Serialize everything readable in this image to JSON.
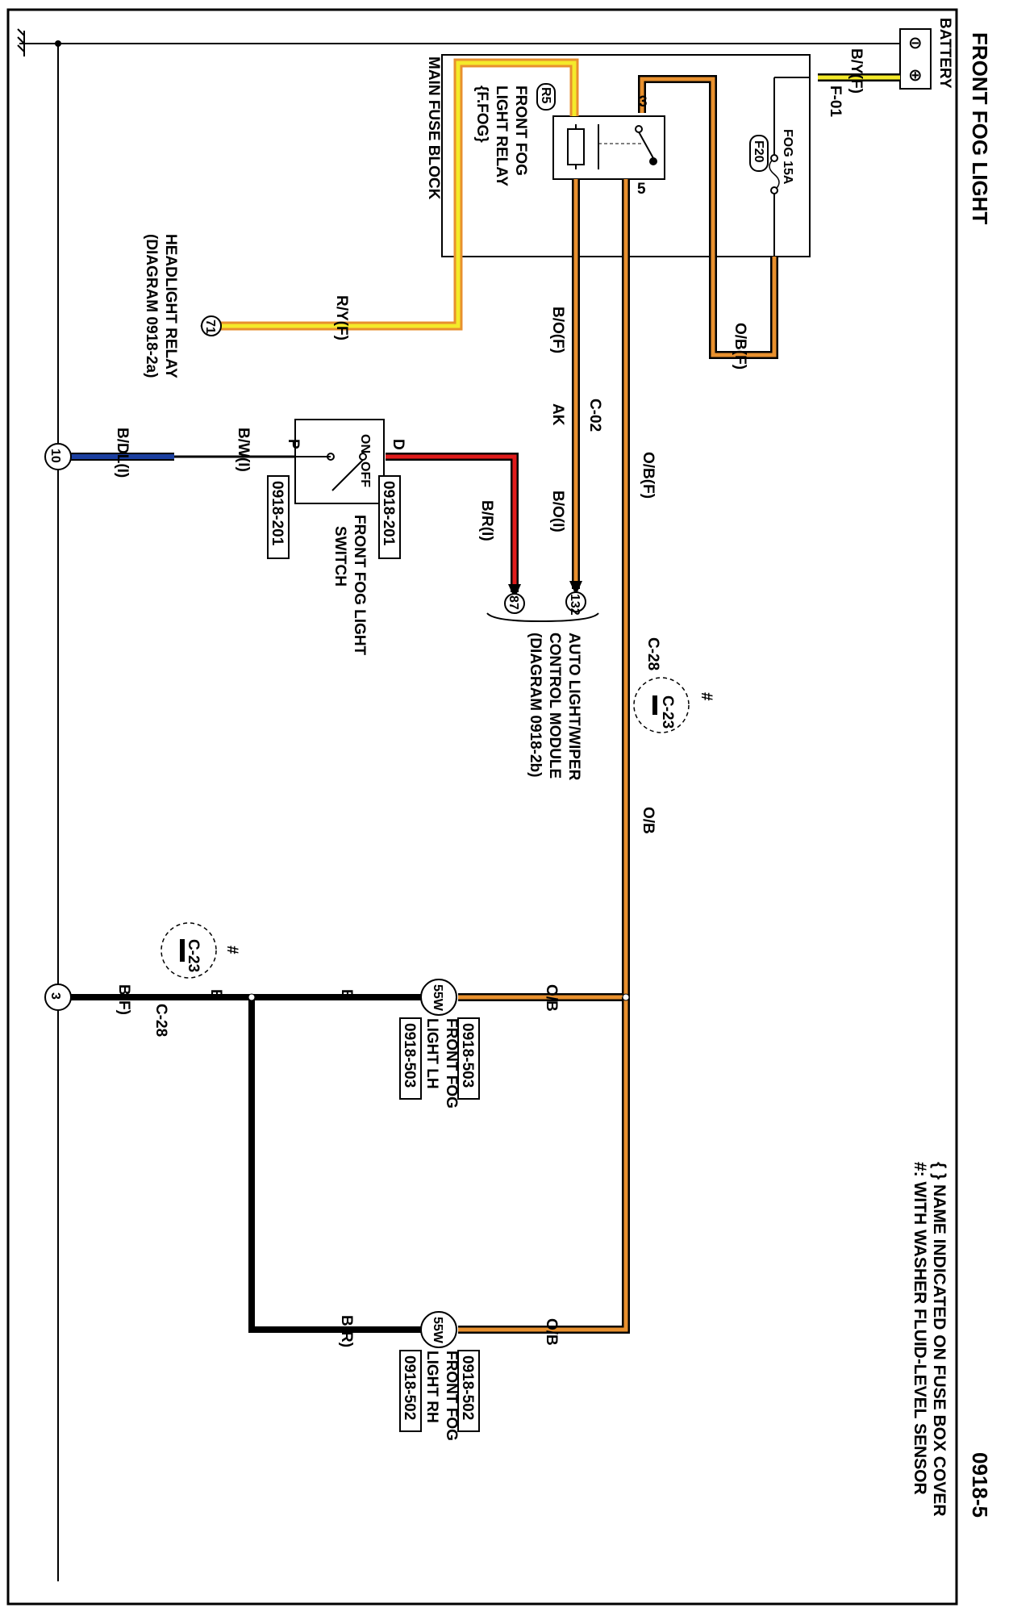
{
  "header": {
    "title": "FRONT FOG LIGHT",
    "page_code": "0918-5"
  },
  "notes": [
    "{ } NAME INDICATED ON FUSE BOX COVER",
    "#: WITH WASHER FLUID-LEVEL SENSOR"
  ],
  "battery": {
    "label": "BATTERY",
    "neg": "⊖",
    "pos": "⊕"
  },
  "fuse_block": {
    "label": "MAIN FUSE BLOCK",
    "connector": "F-01",
    "fuse": {
      "id": "F20",
      "label": "FOG 15A"
    },
    "relay": {
      "id": "R5",
      "line1": "FRONT FOG",
      "line2": "LIGHT RELAY",
      "alias": "{F.FOG}",
      "pin3": "3",
      "pin5": "5"
    }
  },
  "wires": {
    "battery_feed": "B/Y(F)",
    "fuse_to_relay": "O/B(F)",
    "relay_coil": "R/Y(F)",
    "relay_control": "B/O(F)",
    "relay_control_lower": "B/O(I)",
    "relay_out": "O/B(F)",
    "relay_out_lower": "O/B",
    "lamp_feed_lh": "O/B",
    "lamp_feed_rh": "O/B",
    "lamp_gnd_lh": "B",
    "lamp_gnd_rh": "B(R)",
    "ground_main": "B",
    "ground_final": "B(F)",
    "switch_d": "B/R(I)",
    "switch_p": "B/W(I)",
    "switch_gnd": "B/DL(I)"
  },
  "connectors": {
    "c02": "C-02",
    "ak": "AK",
    "c28_top": "C-28",
    "c23_top": "C-23",
    "c28_bottom": "C-28",
    "c23_bottom": "C-23",
    "hash": "#"
  },
  "headlight_relay": {
    "ref": "71",
    "line1": "HEADLIGHT RELAY",
    "line2": "(DIAGRAM 0918-2a)"
  },
  "control_module": {
    "ref1": "132",
    "ref2": "87",
    "line1": "AUTO LIGHT/WIPER",
    "line2": "CONTROL MODULE",
    "line3": "(DIAGRAM 0918-2b)"
  },
  "switch": {
    "line1": "FRONT FOG LIGHT",
    "line2": "SWITCH",
    "on": "ON",
    "off": "OFF",
    "term_d": "D",
    "term_p": "P",
    "ref_d": "0918-201",
    "ref_p": "0918-201"
  },
  "lamp_lh": {
    "watt": "55W",
    "line1": "FRONT FOG",
    "line2": "LIGHT LH",
    "ref_top": "0918-503",
    "ref_bottom": "0918-503"
  },
  "lamp_rh": {
    "watt": "55W",
    "line1": "FRONT FOG",
    "line2": "LIGHT RH",
    "ref_top": "0918-502",
    "ref_bottom": "0918-502"
  },
  "grounds": {
    "g10": "10",
    "g3": "3"
  },
  "colors": {
    "orange": "#e8902e",
    "yellow": "#f4ea2a",
    "red": "#e01b1b",
    "blue": "#1b3fa0",
    "black": "#000000"
  }
}
